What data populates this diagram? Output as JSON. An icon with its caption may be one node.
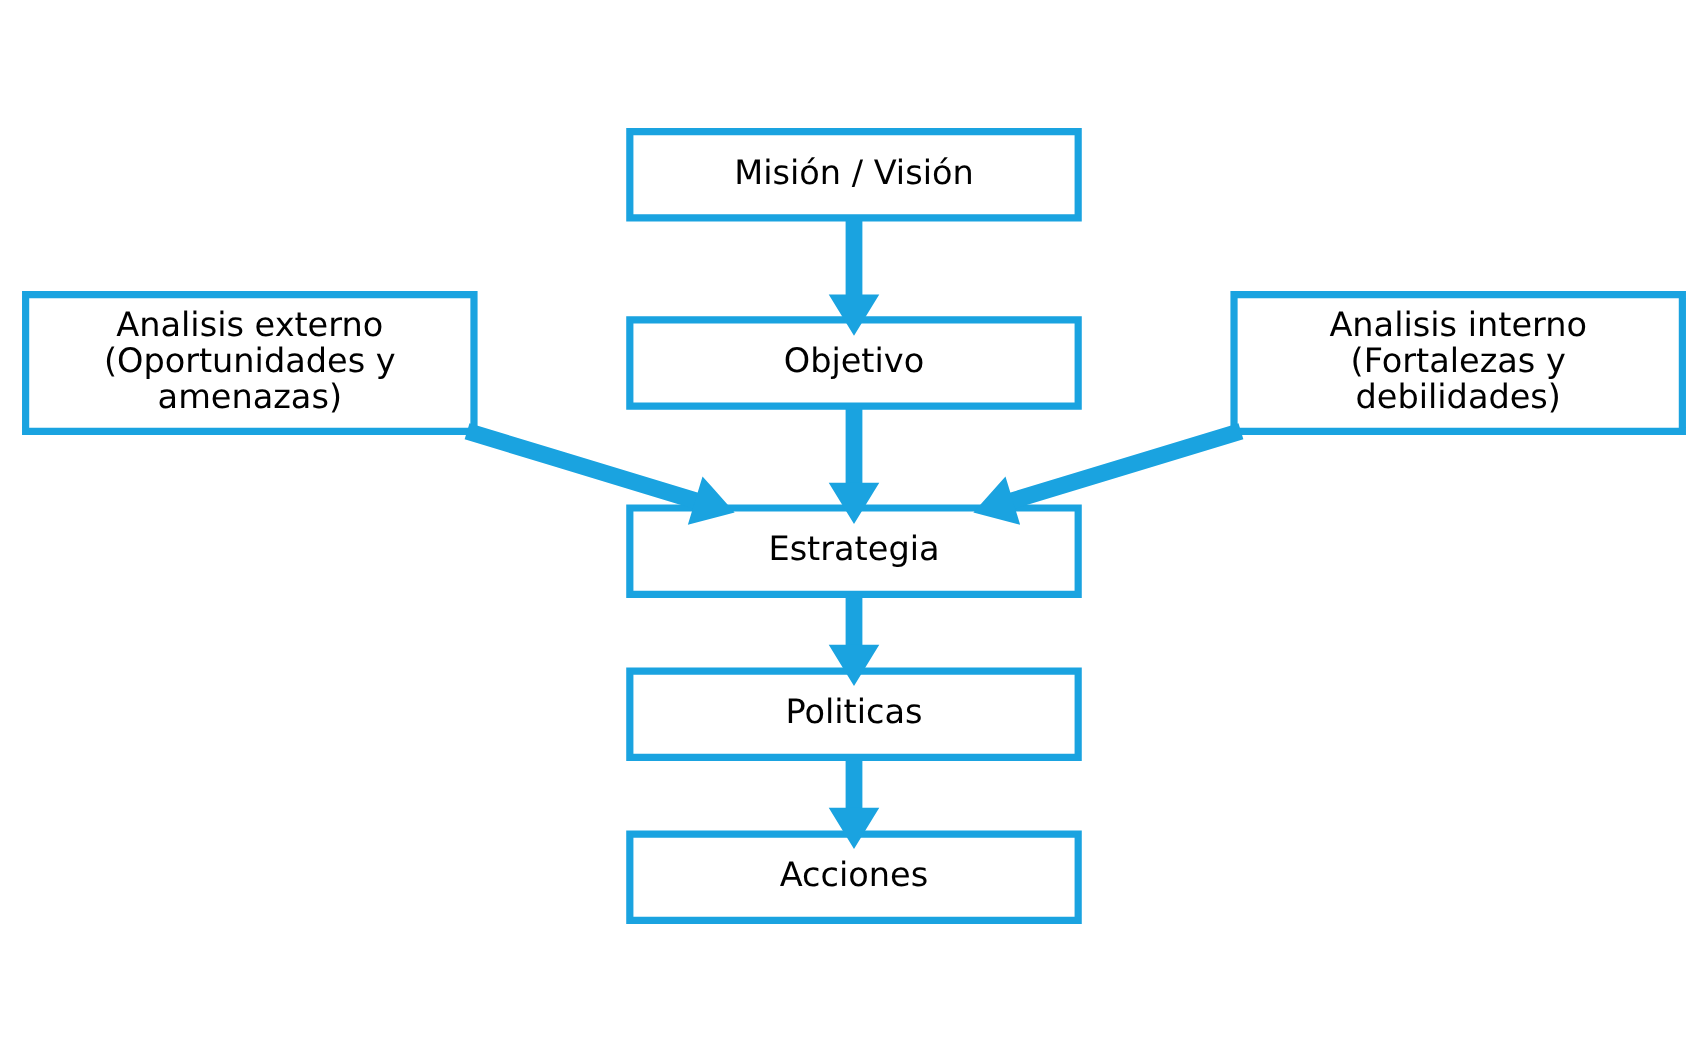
{
  "diagram": {
    "nodes": [
      {
        "text": [
          "Misión / Visión"
        ]
      },
      {
        "text": [
          "Analisis externo (Oportunidades y amenazas)"
        ]
      },
      {
        "text": [
          "Objetivo"
        ]
      },
      {
        "text": [
          "Analisis interno (Fortalezas y debilidades)"
        ]
      },
      {
        "text": [
          "Estrategia"
        ]
      },
      {
        "text": [
          "Politicas"
        ]
      },
      {
        "text": [
          "Acciones"
        ]
      }
    ],
    "edges": [
      {
        "from": 0,
        "to": 2,
        "arrow": "to"
      },
      {
        "from": 2,
        "to": 4,
        "arrow": "to"
      },
      {
        "from": 1,
        "to": 4,
        "arrow": "to"
      },
      {
        "from": 3,
        "to": 4,
        "arrow": "to"
      },
      {
        "from": 4,
        "to": 5,
        "arrow": "to"
      },
      {
        "from": 5,
        "to": 6,
        "arrow": "to"
      }
    ]
  }
}
